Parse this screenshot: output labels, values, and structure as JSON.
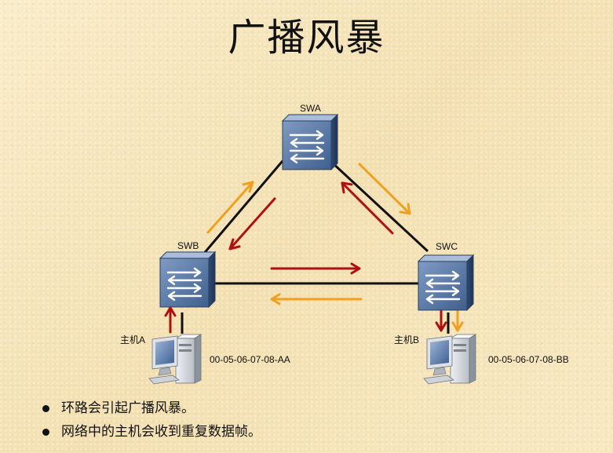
{
  "title": "广播风暴",
  "switches": {
    "a": "SWA",
    "b": "SWB",
    "c": "SWC"
  },
  "hosts": {
    "a": {
      "label": "主机A",
      "mac": "00-05-06-07-08-AA"
    },
    "b": {
      "label": "主机B",
      "mac": "00-05-06-07-08-BB"
    }
  },
  "bullets": [
    "环路会引起广播风暴。",
    "网络中的主机会收到重复数据帧。"
  ],
  "colors": {
    "link": "#111111",
    "arrow_dark_red": "#b01010",
    "arrow_orange": "#f0a020",
    "switch_blue": "#4f6f9c"
  },
  "icons": [
    "switch-icon",
    "computer-icon",
    "arrow-icon"
  ]
}
